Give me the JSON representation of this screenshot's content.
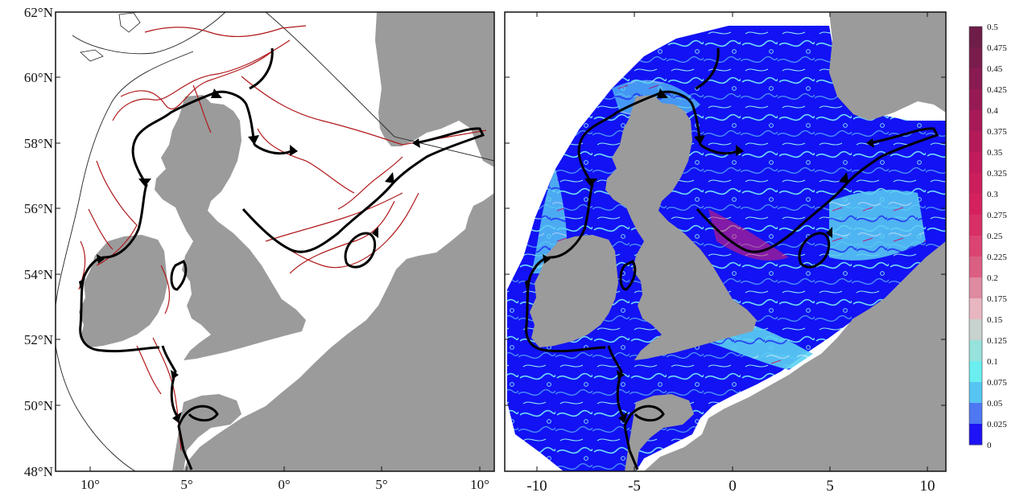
{
  "left_panel": {
    "y_ticks": [
      "62°N",
      "60°N",
      "58°N",
      "56°N",
      "54°N",
      "52°N",
      "50°N",
      "48°N"
    ],
    "x_ticks": [
      "10°",
      "5°",
      "0°",
      "5°",
      "10°"
    ]
  },
  "right_panel": {
    "x_ticks": [
      "-10",
      "-5",
      "0",
      "5",
      "10"
    ]
  },
  "colorbar": {
    "labels": [
      "0.5",
      "0.475",
      "0.45",
      "0.425",
      "0.4",
      "0.375",
      "0.35",
      "0.325",
      "0.3",
      "0.275",
      "0.25",
      "0.225",
      "0.2",
      "0.175",
      "0.15",
      "0.125",
      "0.1",
      "0.075",
      "0.05",
      "0.025",
      "0"
    ],
    "colors": [
      "#6e1d49",
      "#7a1d4d",
      "#8a1b52",
      "#981a55",
      "#a81a57",
      "#b51a58",
      "#c21b5b",
      "#cc1e5c",
      "#d5225f",
      "#d83066",
      "#db4472",
      "#db5f83",
      "#de8aa1",
      "#e8b6c0",
      "#c8d2cf",
      "#97e2dc",
      "#6aeef0",
      "#56c5f4",
      "#4d78f2",
      "#1e12f6"
    ]
  },
  "colors": {
    "land": "#9b9b9b",
    "ocean": "#ffffff",
    "drifter_tracks": "#b0191b",
    "mean_paths": "#000000",
    "field_base": "#1010f5"
  }
}
